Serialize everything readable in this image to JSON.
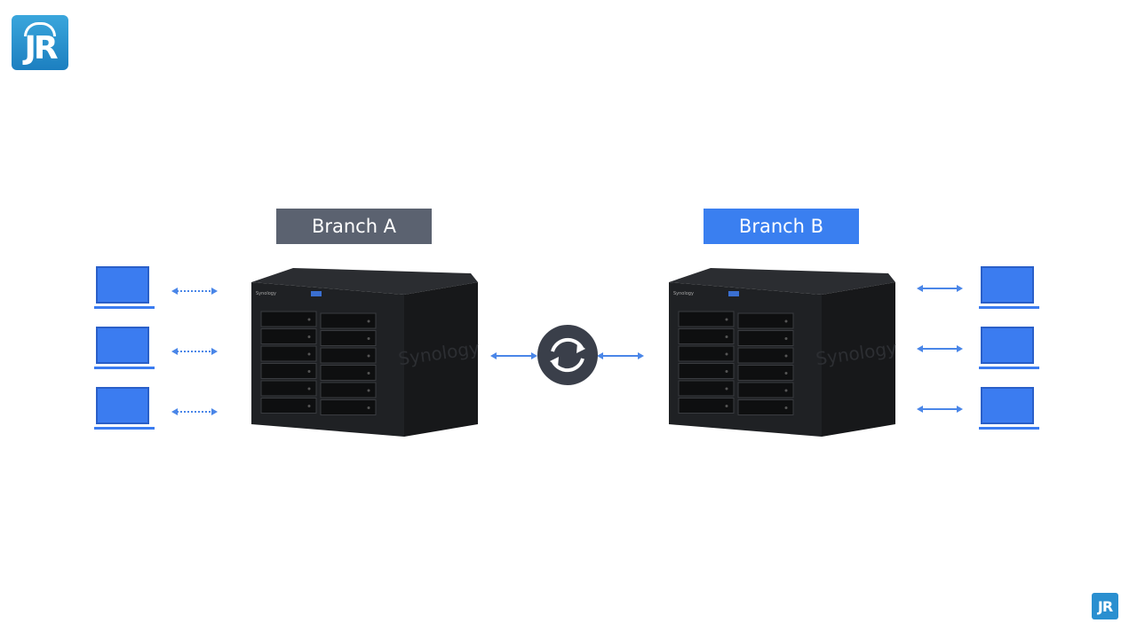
{
  "logo_text": "JR",
  "branches": [
    {
      "label": "Branch A",
      "color": "#5b6270"
    },
    {
      "label": "Branch B",
      "color": "#3a7ff0"
    }
  ],
  "nas_brand": "Synology",
  "colors": {
    "laptop": "#3b7cf0",
    "arrow": "#4a86e8",
    "sync_circle": "#3a3f4a",
    "nas": "#1f2124"
  },
  "icons": [
    "laptop-icon",
    "double-arrow-icon",
    "sync-icon"
  ]
}
